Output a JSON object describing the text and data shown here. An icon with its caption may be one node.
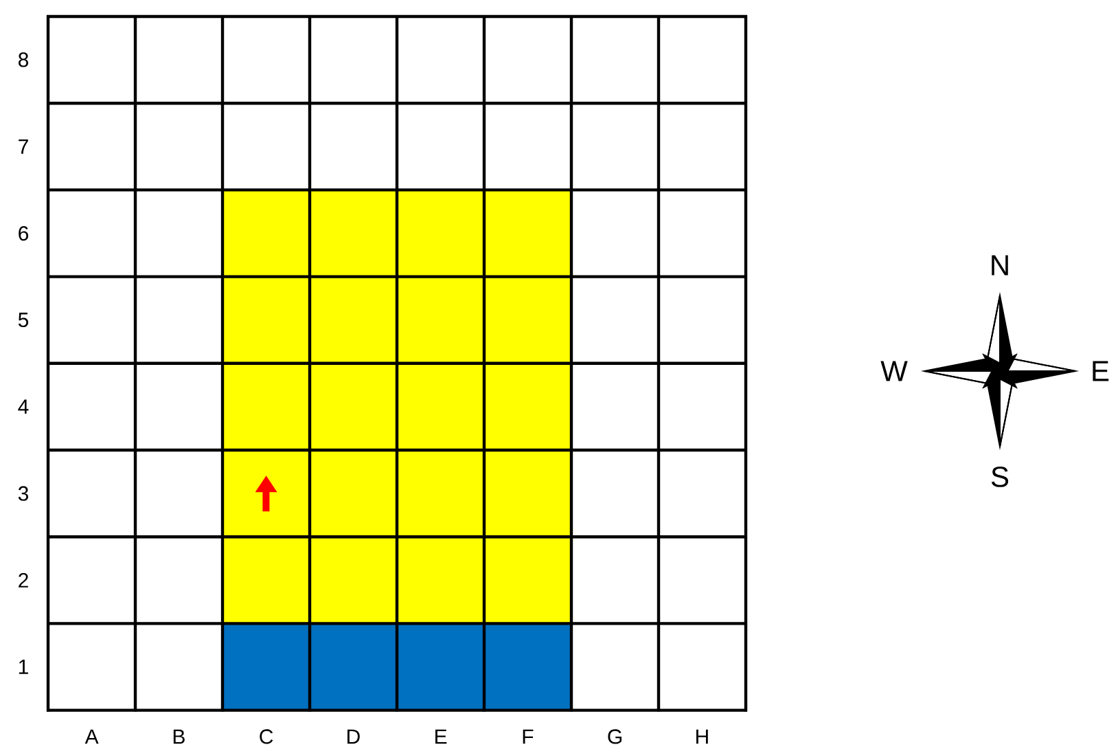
{
  "diagram": {
    "labels": [
      "8",
      "7",
      "6",
      "5",
      "4",
      "3",
      "2",
      "1",
      "A",
      "B",
      "C",
      "D",
      "E",
      "F",
      "G",
      "H",
      "N",
      "W",
      "E",
      "S"
    ]
  }
}
